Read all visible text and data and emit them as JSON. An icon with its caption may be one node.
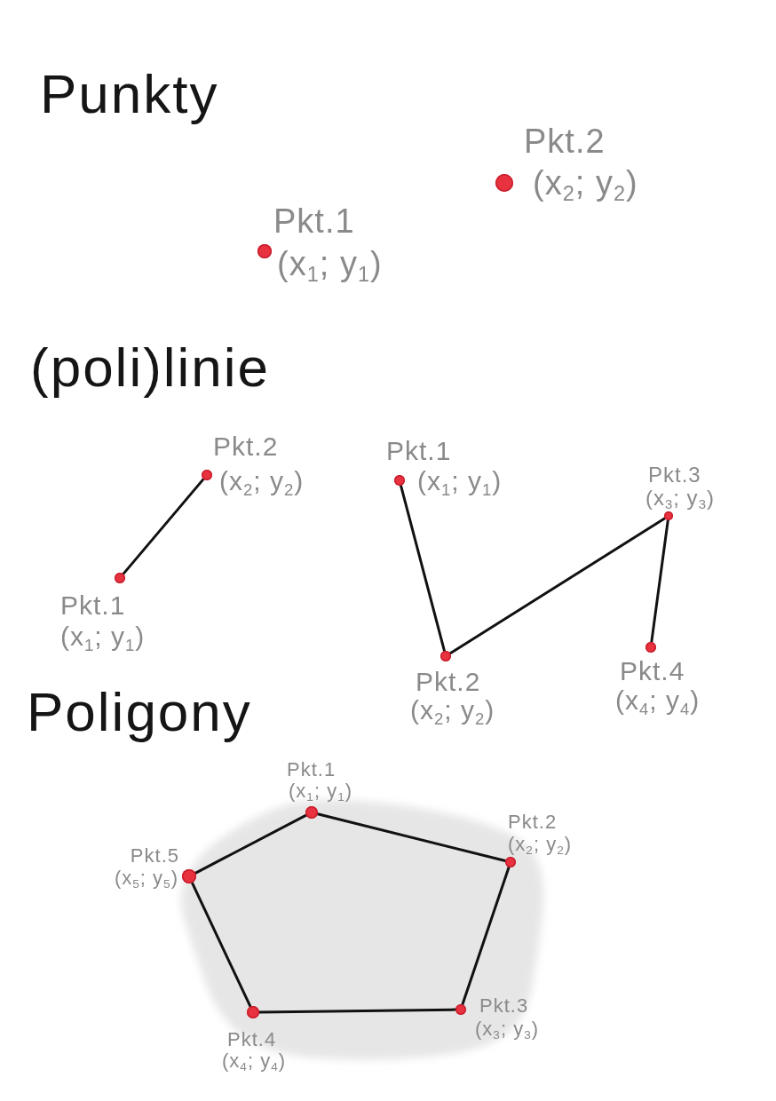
{
  "diagram": {
    "nodes": [
      {
        "text": [
          "Pkt.1",
          "(x$_{1}$; y$_{1}$)"
        ]
      },
      {
        "text": [
          "Pkt.2",
          "(x$_{2}$; y$_{2}$)"
        ]
      },
      {
        "text": [
          "Pkt.1",
          "(x$_{1}$; y$_{1}$)"
        ]
      },
      {
        "text": [
          "Pkt.2",
          "(x$_{2}$; y$_{2}$)"
        ]
      },
      {
        "text": [
          "Pkt.1",
          "(x$_{1}$; y$_{1}$)"
        ]
      },
      {
        "text": [
          "Pkt.2",
          "(x$_{2}$; y$_{2}$)"
        ]
      },
      {
        "text": [
          "Pkt.3",
          "(x$_{3}$; y$_{3}$)"
        ]
      },
      {
        "text": [
          "Pkt.4",
          "(x$_{4}$; y$_{4}$)"
        ]
      },
      {
        "text": [
          "Pkt.1",
          "(x$_{1}$; y$_{1}$)"
        ]
      },
      {
        "text": [
          "Pkt.2",
          "(x$_{2}$; y$_{2}$)"
        ]
      },
      {
        "text": [
          "Pkt.3",
          "(x$_{3}$; y$_{3}$)"
        ]
      },
      {
        "text": [
          "Pkt.4",
          "(x$_{4}$; y$_{4}$)"
        ]
      },
      {
        "text": [
          "Pkt.5",
          "(x$_{5}$; y$_{5}$)"
        ]
      }
    ],
    "edges": [
      {
        "from": 2,
        "to": 3,
        "arrow": "none"
      },
      {
        "from": 4,
        "to": 5,
        "arrow": "none"
      },
      {
        "from": 5,
        "to": 6,
        "arrow": "none"
      },
      {
        "from": 6,
        "to": 7,
        "arrow": "none"
      },
      {
        "from": 8,
        "to": 9,
        "arrow": "none"
      },
      {
        "from": 9,
        "to": 10,
        "arrow": "none"
      },
      {
        "from": 10,
        "to": 11,
        "arrow": "none"
      },
      {
        "from": 11,
        "to": 12,
        "arrow": "none"
      },
      {
        "from": 12,
        "to": 8,
        "arrow": "none"
      }
    ],
    "labels": [
      "Punkty",
      "(poli)linie",
      "Poligony"
    ]
  }
}
